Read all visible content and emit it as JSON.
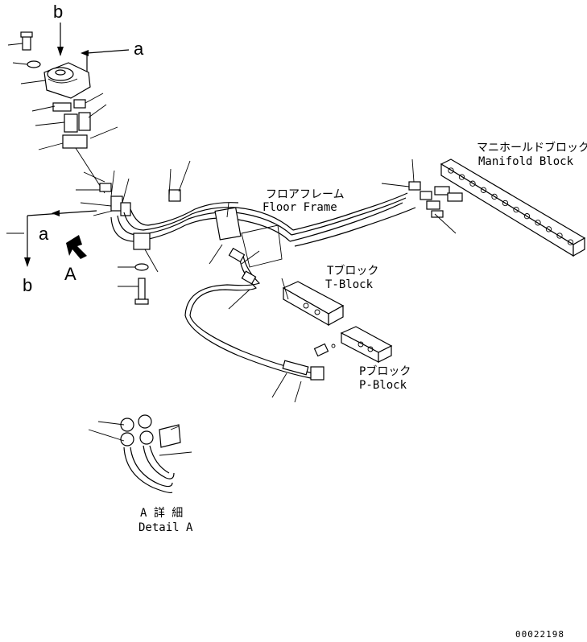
{
  "labels": {
    "b_top": "b",
    "a_top": "a",
    "a_left": "a",
    "b_left": "b",
    "view_A": "A",
    "floor_frame_jp": "フロアフレーム",
    "floor_frame_en": "Floor Frame",
    "manifold_jp": "マニホールドブロック",
    "manifold_en": "Manifold Block",
    "t_block_jp": "Tブロック",
    "t_block_en": "T-Block",
    "p_block_jp": "Pブロック",
    "p_block_en": "P-Block",
    "detail_jp": "A 詳 細",
    "detail_en": "Detail A",
    "drawing_no": "00022198"
  }
}
